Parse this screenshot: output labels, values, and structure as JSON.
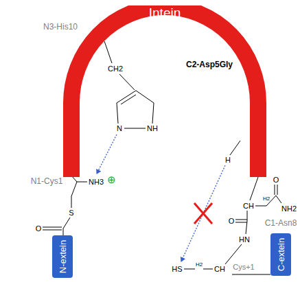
{
  "diagram": {
    "nodes": [
      {
        "text": [
          "Intein"
        ]
      },
      {
        "text": [
          "N-extein"
        ]
      },
      {
        "text": [
          "C-extein"
        ]
      }
    ],
    "labels": [
      "N3-His10",
      "CH2",
      "N",
      "NH",
      "C2-Asp5Gly",
      "H",
      "NH3",
      "⊕",
      "N1-Cys1",
      "S",
      "O",
      "CH",
      "H2",
      "O",
      "NH2",
      "C1-Asn8",
      "O",
      "HN",
      "CH",
      "Cys+1",
      "H2",
      "HS"
    ]
  }
}
